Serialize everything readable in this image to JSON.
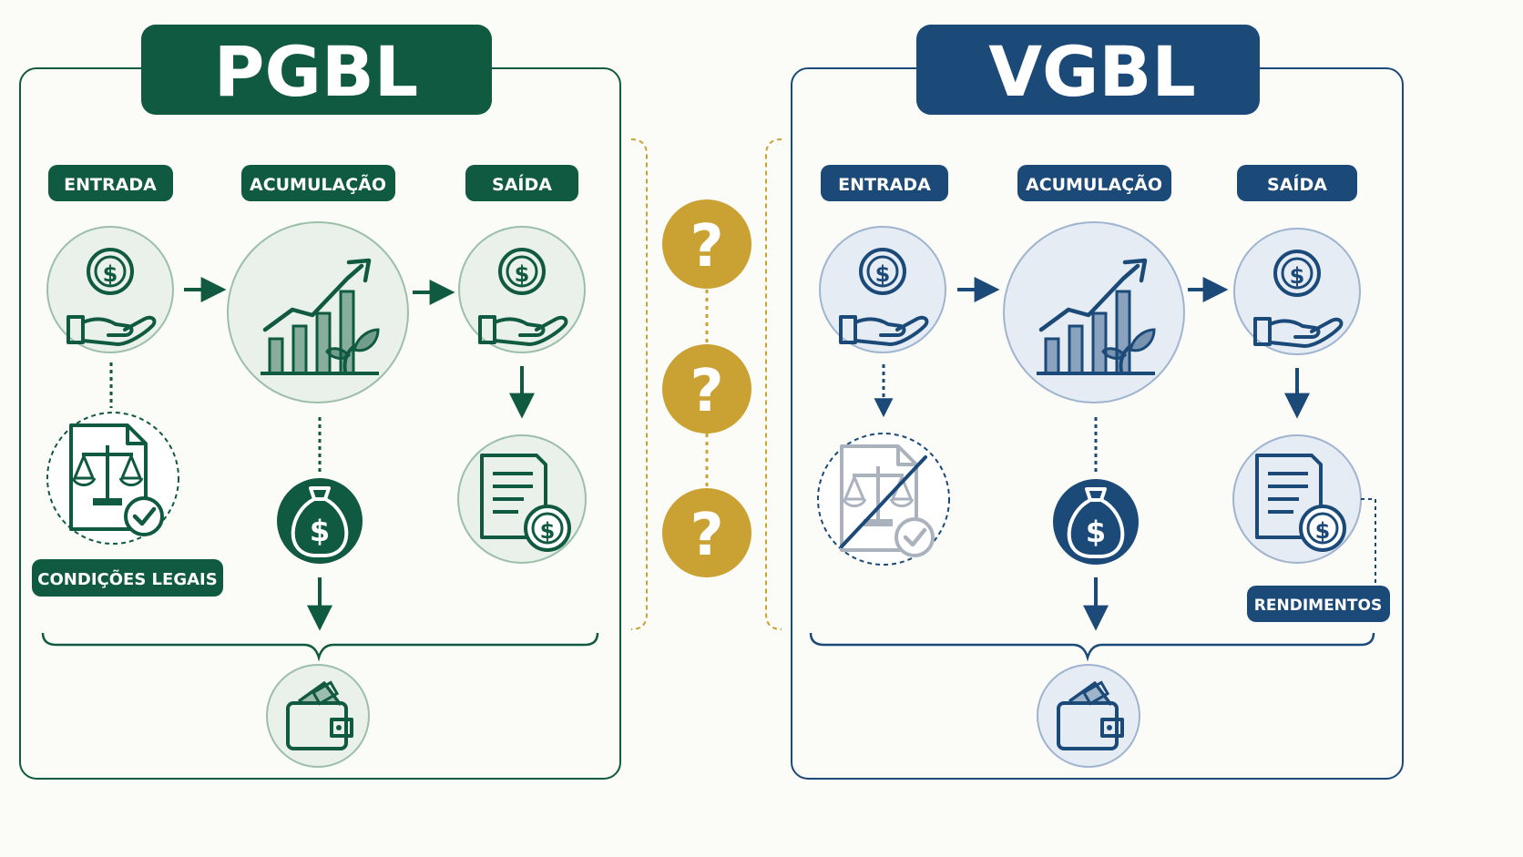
{
  "pgbl": {
    "title": "PGBL",
    "stage_entry": "ENTRADA",
    "stage_accumulation": "ACUMULAÇÃO",
    "stage_exit": "SAÍDA",
    "legal_conditions_label": "CONDIÇÕES LEGAIS",
    "color_dark": "#0f5a41",
    "color_fill": "#eaf1ea",
    "color_stroke": "#9bbfa8"
  },
  "vgbl": {
    "title": "VGBL",
    "stage_entry": "ENTRADA",
    "stage_accumulation": "ACUMULAÇÃO",
    "stage_exit": "SAÍDA",
    "earnings_label": "RENDIMENTOS",
    "color_dark": "#1b4a79",
    "color_fill": "#e6ecf4",
    "color_stroke": "#9fb4cf"
  },
  "center": {
    "question_marks": [
      "?",
      "?",
      "?"
    ],
    "color_gold": "#c9a233"
  },
  "icons": [
    "hand-coin-icon",
    "growth-chart-icon",
    "legal-document-icon",
    "money-bag-icon",
    "invoice-coin-icon",
    "wallet-icon",
    "arrow-icon"
  ]
}
